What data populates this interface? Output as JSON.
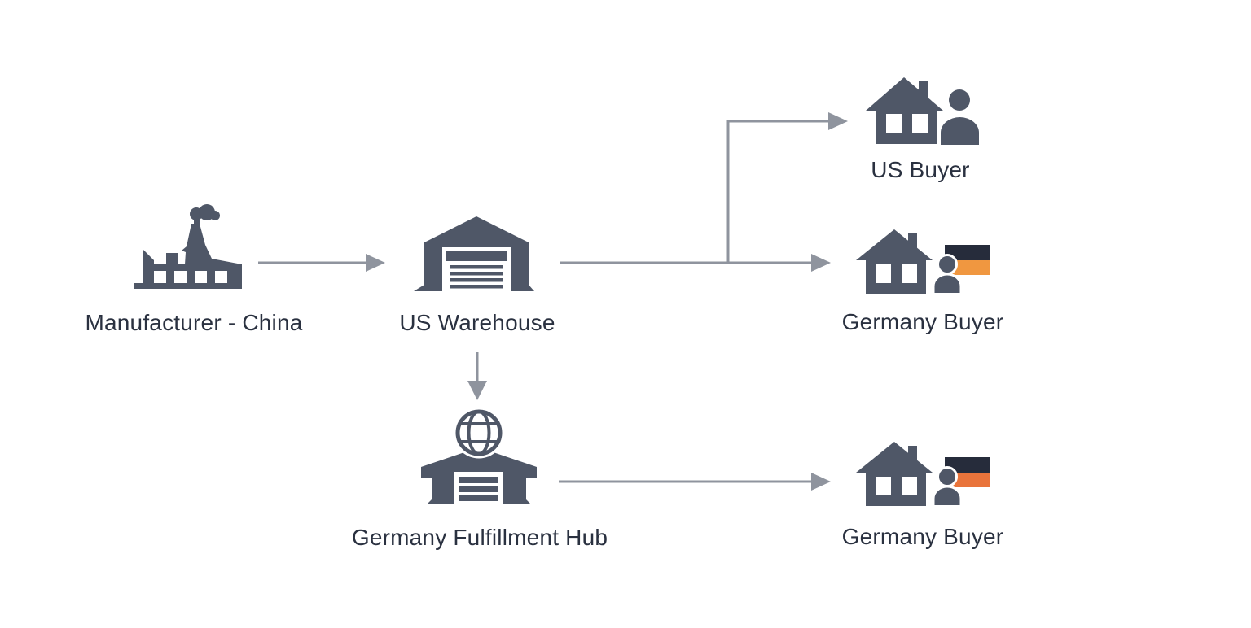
{
  "diagram": {
    "type": "flow-diagram",
    "nodes": [
      {
        "id": "manufacturer-china",
        "label": "Manufacturer - China",
        "icon": "factory-icon"
      },
      {
        "id": "us-warehouse",
        "label": "US Warehouse",
        "icon": "warehouse-icon"
      },
      {
        "id": "us-buyer",
        "label": "US Buyer",
        "icon": "house-person-icon"
      },
      {
        "id": "germany-buyer-direct",
        "label": "Germany Buyer",
        "icon": "house-person-german-flag-icon"
      },
      {
        "id": "germany-fulfillment-hub",
        "label": "Germany Fulfillment Hub",
        "icon": "warehouse-globe-icon"
      },
      {
        "id": "germany-buyer-hub",
        "label": "Germany Buyer",
        "icon": "house-person-german-flag-icon"
      }
    ],
    "edges": [
      {
        "from": "manufacturer-china",
        "to": "us-warehouse"
      },
      {
        "from": "us-warehouse",
        "to": "us-buyer"
      },
      {
        "from": "us-warehouse",
        "to": "germany-buyer-direct"
      },
      {
        "from": "us-warehouse",
        "to": "germany-fulfillment-hub"
      },
      {
        "from": "germany-fulfillment-hub",
        "to": "germany-buyer-hub"
      }
    ],
    "colors": {
      "icon_slate": "#4f5767",
      "arrow_gray": "#8f949e",
      "label_text": "#2a3140",
      "flag_black": "#262c3b",
      "flag_gold": "#f09740",
      "flag_orange": "#e9743b",
      "background": "#ffffff"
    }
  }
}
